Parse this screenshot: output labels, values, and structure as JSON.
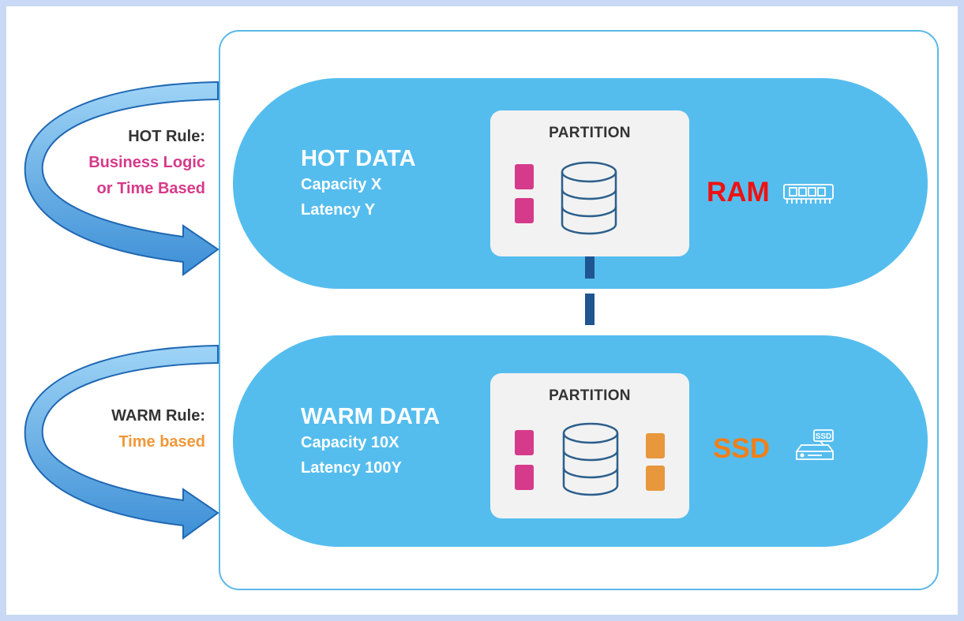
{
  "hot": {
    "title": "HOT DATA",
    "capacity": "Capacity X",
    "latency": "Latency Y",
    "partition_label": "PARTITION",
    "media": "RAM",
    "media_color": "#ee1111",
    "rule_heading": "HOT Rule:",
    "rule_lines": [
      "Business Logic",
      "or Time Based"
    ],
    "rule_color": "#d63a8a"
  },
  "warm": {
    "title": "WARM DATA",
    "capacity": "Capacity 10X",
    "latency": "Latency 100Y",
    "partition_label": "PARTITION",
    "media": "SSD",
    "media_color": "#f07f1a",
    "media_icon_text": "SSD",
    "rule_heading": "WARM Rule:",
    "rule_lines": [
      "Time based"
    ],
    "rule_color": "#f09838"
  },
  "colors": {
    "pill": "#55bdee",
    "partition_bg": "#f2f2f2",
    "hot_block": "#d63a8a",
    "warm_block": "#e8973d",
    "connector": "#1f5590",
    "arrow_fill": "#5aaee8"
  }
}
